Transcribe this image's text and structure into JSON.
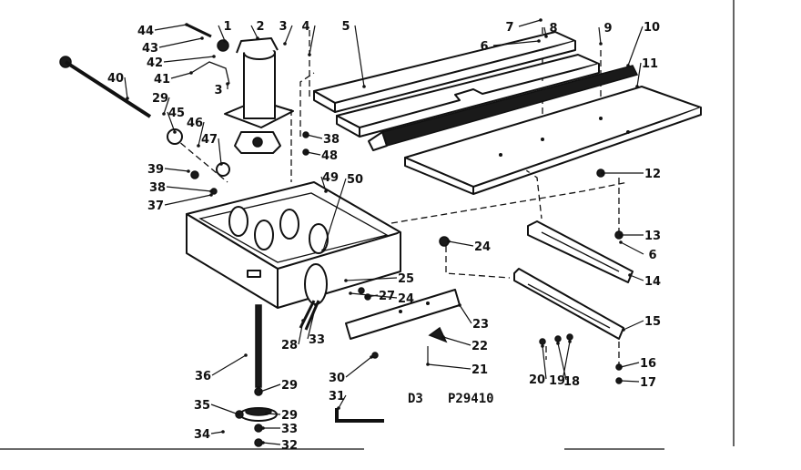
{
  "diagram": {
    "code_left": "D3",
    "code_right": "P29410",
    "footer_text": "",
    "labels": [
      "44",
      "1",
      "2",
      "3",
      "4",
      "5",
      "7",
      "8",
      "9",
      "10",
      "11",
      "6",
      "43",
      "42",
      "41",
      "3",
      "40",
      "29",
      "45",
      "46",
      "47",
      "39",
      "38",
      "37",
      "49",
      "50",
      "48",
      "38",
      "12",
      "13",
      "6",
      "14",
      "15",
      "24",
      "25",
      "27",
      "24",
      "23",
      "22",
      "21",
      "16",
      "17",
      "20",
      "19",
      "18",
      "36",
      "30",
      "31",
      "28",
      "33",
      "29",
      "35",
      "29",
      "34",
      "33",
      "32"
    ]
  }
}
